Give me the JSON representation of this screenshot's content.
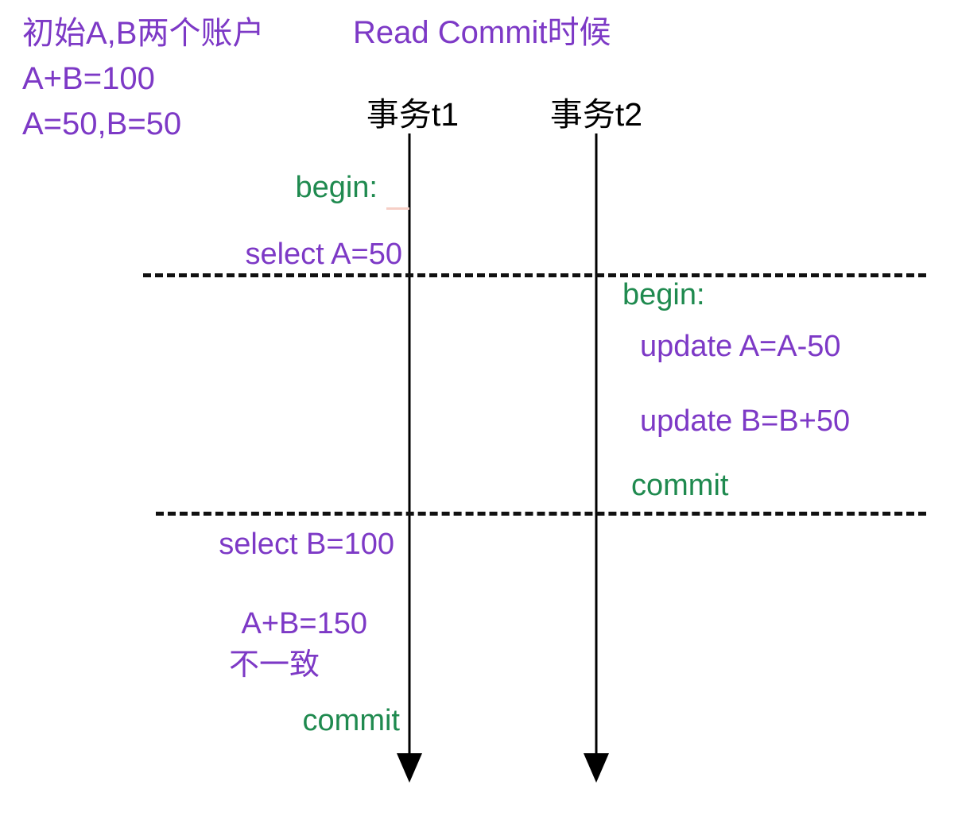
{
  "diagram": {
    "title": "Read Commit时候",
    "intro_note": "初始A,B两个账户\nA+B=100\nA=50,B=50",
    "colors": {
      "purple": "#7d39c6",
      "green": "#1f8a4f",
      "black": "#000000",
      "background": "#ffffff",
      "pink_marker": "#f6cfc6"
    },
    "lanes": [
      {
        "label": "事务t1"
      },
      {
        "label": "事务t2"
      }
    ],
    "left_entries": [
      {
        "text": "begin:",
        "color": "green"
      },
      {
        "text": "select A=50",
        "color": "purple"
      },
      {
        "text": "select B=100",
        "color": "purple"
      },
      {
        "text": "A+B=150",
        "color": "purple"
      },
      {
        "text": "不一致",
        "color": "purple"
      },
      {
        "text": "commit",
        "color": "green"
      }
    ],
    "right_entries": [
      {
        "text": "begin:",
        "color": "green"
      },
      {
        "text": "update A=A-50",
        "color": "purple"
      },
      {
        "text": "update B=B+50",
        "color": "purple"
      },
      {
        "text": "commit",
        "color": "green"
      }
    ],
    "boundaries": [
      {
        "name": "boundary-after-t1-first-read"
      },
      {
        "name": "boundary-after-t2-commit"
      }
    ]
  }
}
